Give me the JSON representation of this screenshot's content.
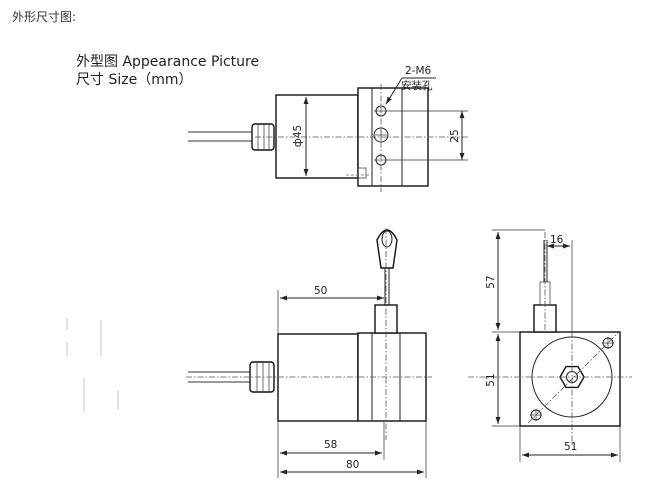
{
  "page": {
    "header": "外形尺寸图:",
    "title_line1": "外型图 Appearance Picture",
    "title_line2": "尺寸 Size（mm）"
  },
  "dimensions": {
    "mount_hole": "2-M6",
    "mount_hole_cn": "安装孔",
    "diameter": "ф45",
    "hole_spacing": "25",
    "wire_axis_offset": "50",
    "wire_height": "57",
    "wire_offset": "16",
    "flange_height": "51",
    "flange_width": "51",
    "body_length": "58",
    "total_length": "80"
  }
}
